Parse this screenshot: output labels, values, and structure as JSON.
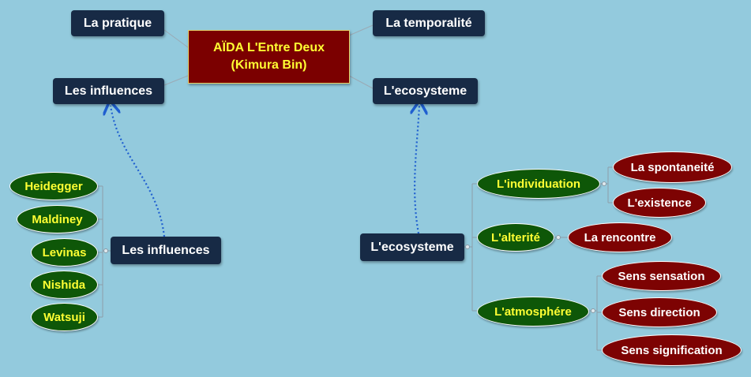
{
  "colors": {
    "background": "#93cadd",
    "navy_node": "#172a45",
    "central_node": "#7b0000",
    "green_node": "#0e5708",
    "red_node": "#7d0303",
    "yellow_text": "#ffff33",
    "link_dotted": "#1f5fd0"
  },
  "central": {
    "line1": "AÏDA L'Entre Deux",
    "line2": "(Kimura Bin)"
  },
  "main_branches": {
    "pratique": "La pratique",
    "temporalite": "La temporalité",
    "influences": "Les influences",
    "ecosysteme": "L'ecosysteme"
  },
  "influences_group": {
    "label": "Les influences",
    "children": [
      "Heidegger",
      "Maldiney",
      "Levinas",
      "Nishida",
      "Watsuji"
    ]
  },
  "ecosysteme_group": {
    "label": "L'ecosysteme",
    "individuation": {
      "label": "L'individuation",
      "children": [
        "La spontaneité",
        "L'existence"
      ]
    },
    "alterite": {
      "label": "L'alterité",
      "children": [
        "La rencontre"
      ]
    },
    "atmosphere": {
      "label": "L'atmosphére",
      "children": [
        "Sens sensation",
        "Sens direction",
        "Sens signification"
      ]
    }
  }
}
